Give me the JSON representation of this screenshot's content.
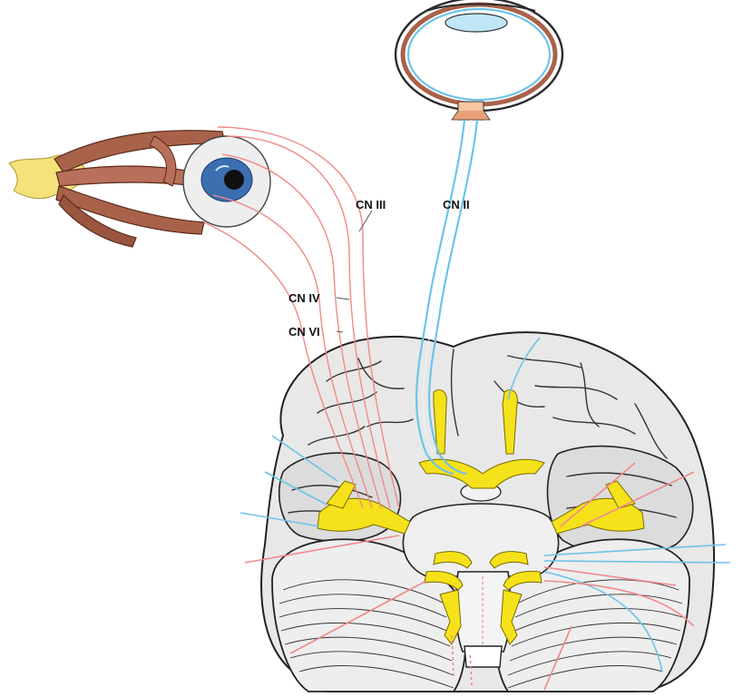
{
  "labels": {
    "cn3": "CN III",
    "cn2": "CN II",
    "cn4": "CN IV",
    "cn6": "CN VI"
  },
  "colors": {
    "optic_nerve": "#6ec3e8",
    "oculomotor_nerves": "#f08a8a",
    "cranial_nerves": "#f5e21a",
    "brain": "#e6e6e6",
    "eye_muscles": "#a9624a"
  }
}
